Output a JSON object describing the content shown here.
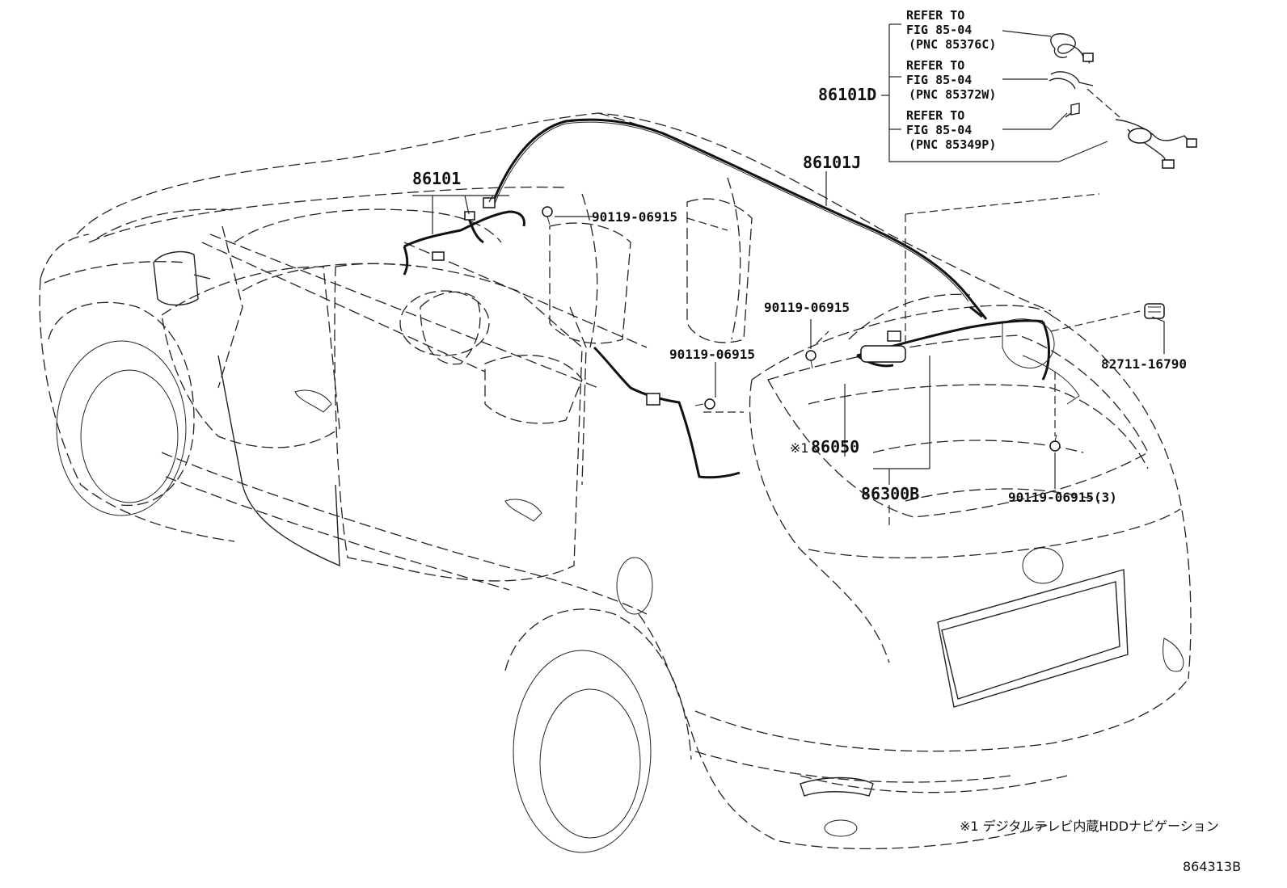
{
  "labels": {
    "refer_a_line1": "REFER TO",
    "refer_a_line2": "FIG 85-04",
    "refer_a_line3": "(PNC 85376C)",
    "refer_b_line1": "REFER TO",
    "refer_b_line2": "FIG 85-04",
    "refer_b_line3": "(PNC 85372W)",
    "refer_c_line1": "REFER TO",
    "refer_c_line2": "FIG 85-04",
    "refer_c_line3": "(PNC 85349P)",
    "p86101D": "86101D",
    "p86101J": "86101J",
    "p86101": "86101",
    "p90119_top": "90119-06915",
    "p90119_mid": "90119-06915",
    "p90119_low": "90119-06915",
    "p90119_3": "90119-06915(3)",
    "p82711": "82711-16790",
    "p86050": "86050",
    "p86050_mark": "※1",
    "p86300B": "86300B",
    "footnote": "※1 デジタルテレビ内蔵HDDナビゲーション",
    "drawing_id": "864313B"
  }
}
